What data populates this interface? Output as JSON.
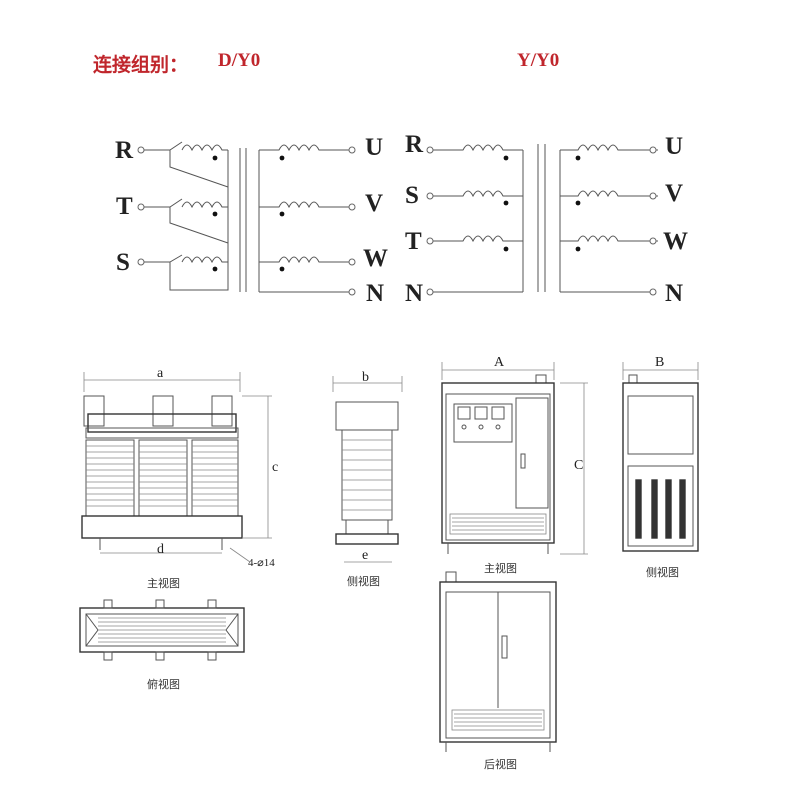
{
  "header": {
    "label": "连接组别：",
    "group_dy": "D/Y0",
    "group_yy": "Y/Y0"
  },
  "dy_terminals": {
    "primary": [
      "R",
      "T",
      "S"
    ],
    "secondary": [
      "U",
      "V",
      "W",
      "N"
    ]
  },
  "yy_terminals": {
    "primary": [
      "R",
      "S",
      "T",
      "N"
    ],
    "secondary": [
      "U",
      "V",
      "W",
      "N"
    ]
  },
  "views": {
    "front_label": "主视图",
    "side_label": "侧视图",
    "top_label": "俯视图",
    "cab_front_label": "主视图",
    "cab_side_label": "侧视图",
    "cab_back_label": "后视图"
  },
  "dims": {
    "a": "a",
    "b": "b",
    "c": "c",
    "d": "d",
    "e": "e",
    "hole": "4-⌀14",
    "A": "A",
    "B": "B",
    "C": "C"
  },
  "colors": {
    "title": "#c0262c",
    "line": "#555555"
  }
}
